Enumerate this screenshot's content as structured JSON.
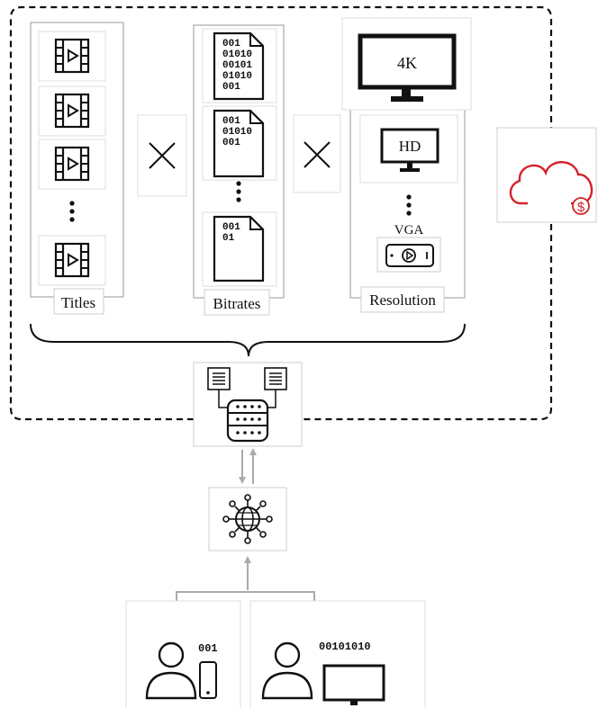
{
  "labels": {
    "titles": "Titles",
    "bitrates": "Bitrates",
    "resolution": "Resolution",
    "res_4k": "4K",
    "res_hd": "HD",
    "res_vga": "VGA"
  },
  "bitrate_files": [
    [
      "001",
      "01010",
      "00101",
      "01010",
      "001"
    ],
    [
      "001",
      "01010",
      "001"
    ],
    [
      "001",
      "01"
    ]
  ],
  "clients": {
    "mobile_bits": "001",
    "desktop_bits": "00101010"
  },
  "colors": {
    "stroke": "#111111",
    "panel_border": "#cccccc",
    "cloud": "#d2232a",
    "arrow": "#aaaaaa"
  },
  "icons": [
    "film-icon",
    "multiply-icon",
    "binary-file-icon",
    "monitor-icon",
    "mobile-player-icon",
    "cloud-dollar-icon",
    "server-database-icon",
    "document-icon",
    "network-globe-icon",
    "user-icon",
    "phone-icon"
  ]
}
